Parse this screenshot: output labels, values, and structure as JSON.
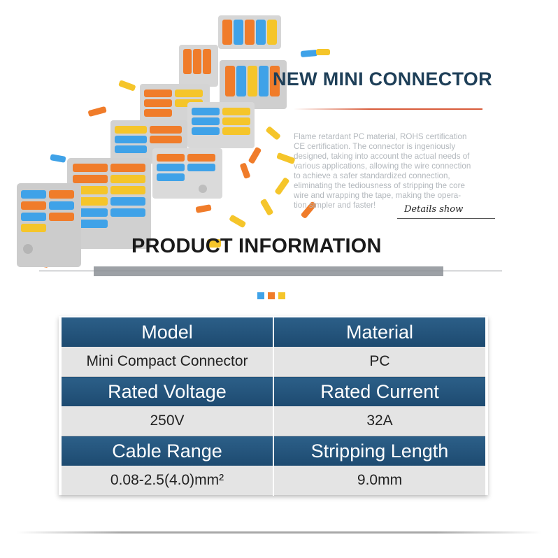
{
  "banner": {
    "headline": "NEW MINI CONNECTOR",
    "description_lines": [
      "Flame retardant PC material, ROHS certification",
      "CE certification. The connector is ingeniously",
      "designed, taking into account the actual needs of",
      "various applications, allowing the wire connection",
      "to achieve a safer standardized connection,",
      "eliminating the tediousness of stripping the core",
      "wire and wrapping the tape, making the opera-",
      "tion simpler and faster!"
    ],
    "details_label": "Details show"
  },
  "info": {
    "title": "PRODUCT INFORMATION",
    "square_colors": [
      "#3fa2e8",
      "#f07c2a",
      "#f5c52a"
    ]
  },
  "specs": {
    "rows": [
      {
        "left_header": "Model",
        "right_header": "Material",
        "left_value": "Mini Compact Connector",
        "right_value": "PC"
      },
      {
        "left_header": "Rated Voltage",
        "right_header": "Rated Current",
        "left_value": "250V",
        "right_value": "32A"
      },
      {
        "left_header": "Cable Range",
        "right_header": "Stripping Length",
        "left_value": "0.08-2.5(4.0)mm²",
        "right_value": "9.0mm"
      }
    ]
  },
  "colors": {
    "header_blue": "#24557d",
    "value_gray": "#e4e4e4",
    "lever_orange": "#f07c2a",
    "lever_yellow": "#f5c52a",
    "lever_blue": "#3fa2e8",
    "housing_gray": "#d6d6d6"
  }
}
